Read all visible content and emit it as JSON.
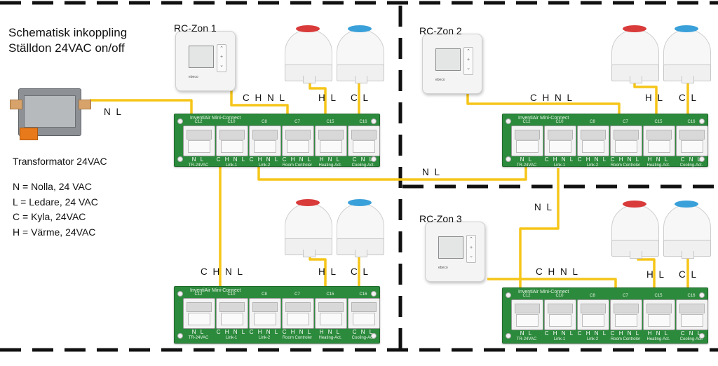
{
  "title_line1": "Schematisk inkoppling",
  "title_line2": "Ställdon 24VAC on/off",
  "transformer_label": "Transformator 24VAC",
  "legend": [
    "N = Nolla, 24 VAC",
    "L = Ledare, 24 VAC",
    "C = Kyla, 24VAC",
    "H = Värme, 24VAC"
  ],
  "zones": {
    "zone1": "RC-Zon 1",
    "zone2": "RC-Zon 2",
    "zone3": "RC-Zon 3"
  },
  "wire_labels": {
    "nl": "N L",
    "chnl": "C H N L",
    "hl": "H L",
    "cl": "C L"
  },
  "board": {
    "name": "InventiAir Mini-Connect",
    "connector_ids": [
      "C12",
      "C10",
      "C8",
      "C7",
      "C15",
      "C16"
    ],
    "pin_labels": [
      "N L",
      "C H N L",
      "C H N L",
      "C H N L",
      "H N L",
      "C N L"
    ],
    "port_labels": [
      "TR-24VAC",
      "Link-1",
      "Link-2",
      "Room Controler",
      "Heating-Act.",
      "Cooling-Act."
    ]
  },
  "rc_brand": "ebeco",
  "colors": {
    "wire": "#f5c518",
    "board": "#2c8a3c",
    "heating_cap": "#d93a3a",
    "cooling_cap": "#3aa0d9",
    "divider": "#111111"
  }
}
